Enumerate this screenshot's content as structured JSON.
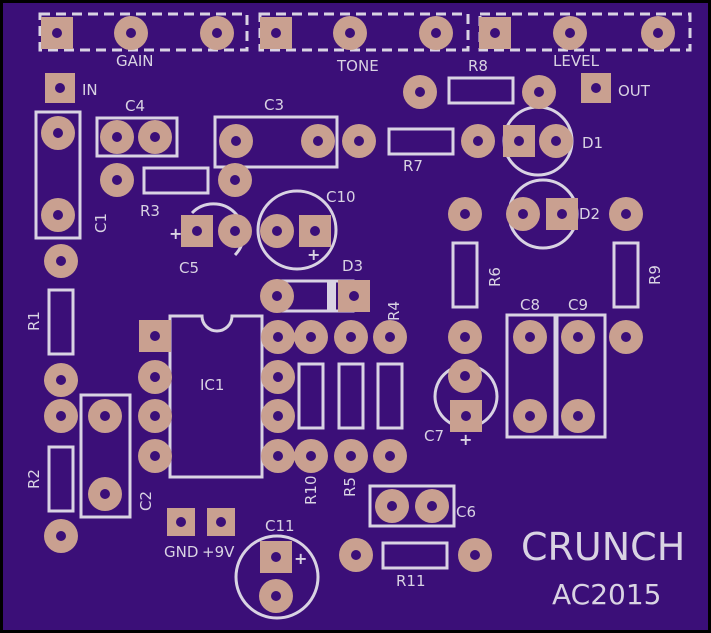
{
  "board": {
    "title": "CRUNCH",
    "year": "AC2015",
    "colors": {
      "background": "#000000",
      "board": "#3b0f78",
      "pad": "#c9a090",
      "silk": "#d9d3e3"
    }
  },
  "labels": {
    "gain": "GAIN",
    "tone": "TONE",
    "level": "LEVEL",
    "in": "IN",
    "out": "OUT",
    "gnd": "GND",
    "v9": "+9V",
    "c1": "C1",
    "c2": "C2",
    "c3": "C3",
    "c4": "C4",
    "c5": "C5",
    "c6": "C6",
    "c7": "C7",
    "c8": "C8",
    "c9": "C9",
    "c10": "C10",
    "c11": "C11",
    "r1": "R1",
    "r2": "R2",
    "r3": "R3",
    "r4": "R4",
    "r5": "R5",
    "r6": "R6",
    "r7": "R7",
    "r8": "R8",
    "r9": "R9",
    "r10": "R10",
    "r11": "R11",
    "d1": "D1",
    "d2": "D2",
    "d3": "D3",
    "ic1": "IC1",
    "plus": "+"
  }
}
